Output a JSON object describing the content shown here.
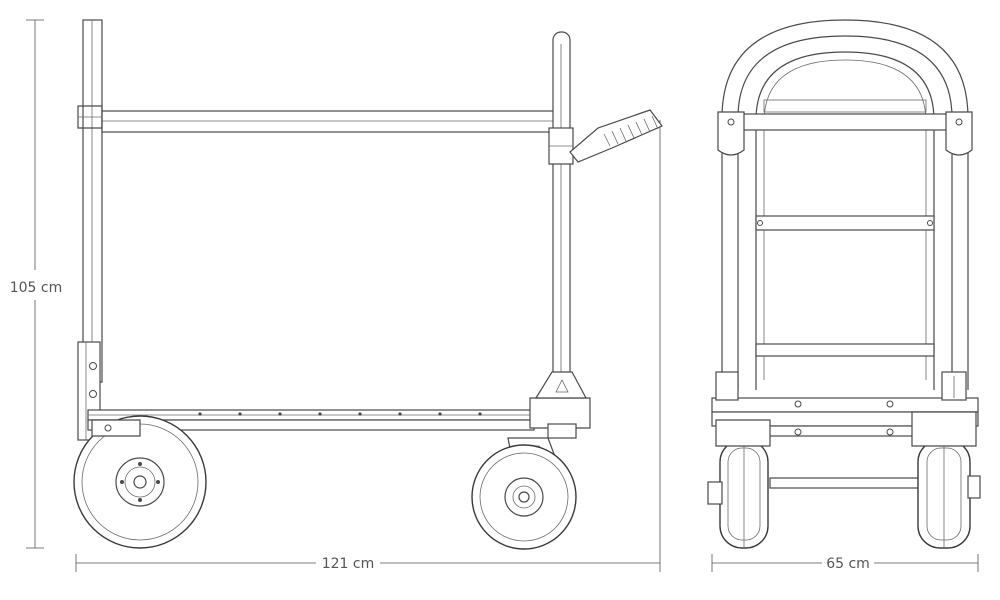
{
  "dimensions": {
    "height": "105 cm",
    "length": "121 cm",
    "width": "65 cm"
  },
  "views": {
    "side": "side-view",
    "front": "front-view"
  },
  "colors": {
    "line": "#4a4a4a",
    "background": "#ffffff"
  }
}
